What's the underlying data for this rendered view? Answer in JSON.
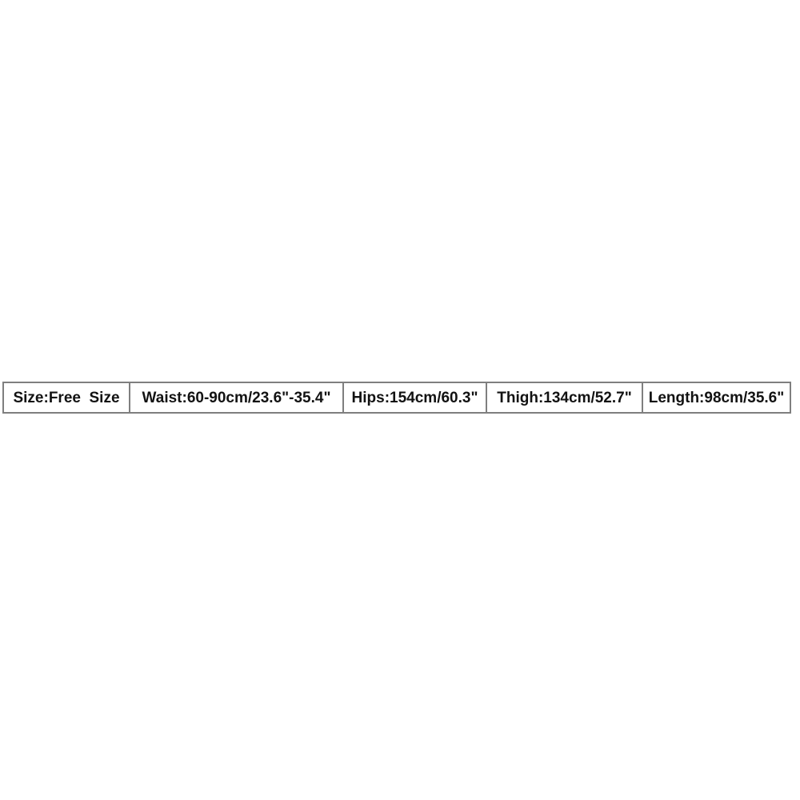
{
  "size_chart": {
    "background": "#ffffff",
    "border_color": "#7f7f7f",
    "text_color": "#121212",
    "cells": [
      {
        "name": "size",
        "label": "Size:Free  Size"
      },
      {
        "name": "waist",
        "label": "Waist:60-90cm/23.6\"-35.4\""
      },
      {
        "name": "hips",
        "label": "Hips:154cm/60.3\""
      },
      {
        "name": "thigh",
        "label": "Thigh:134cm/52.7\""
      },
      {
        "name": "length",
        "label": "Length:98cm/35.6\""
      }
    ]
  }
}
